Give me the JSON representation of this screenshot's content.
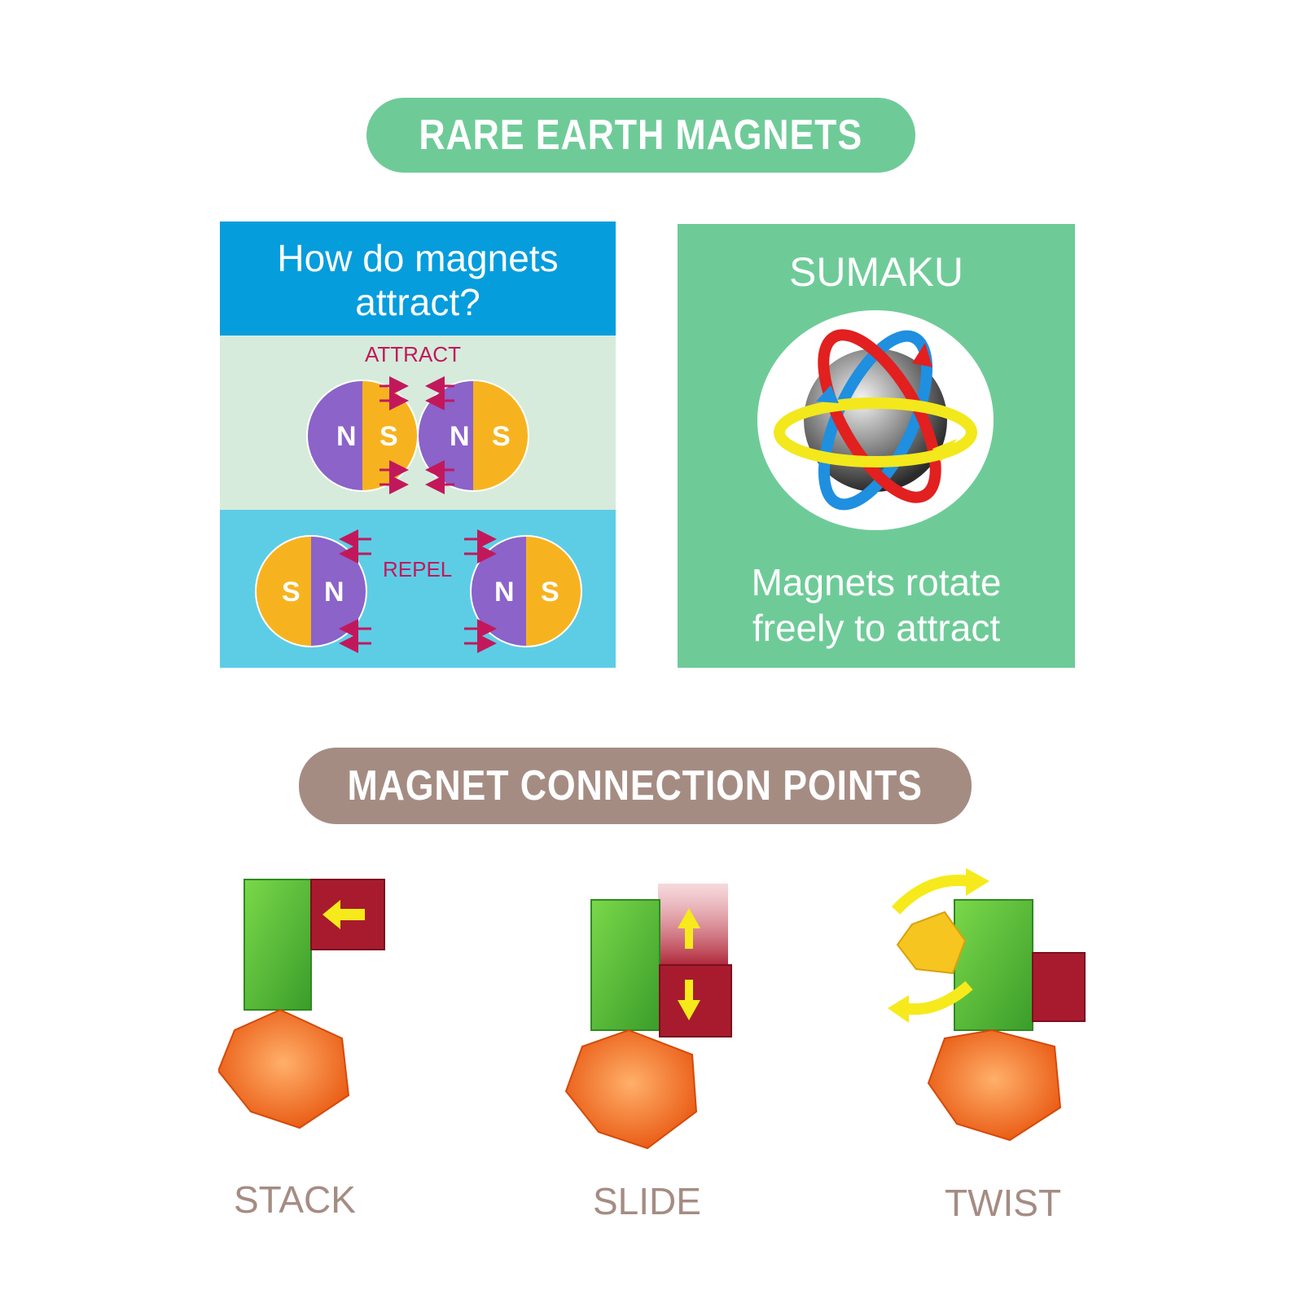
{
  "banners": {
    "rare_earth": "RARE EARTH MAGNETS",
    "connection_points": "MAGNET CONNECTION POINTS"
  },
  "magnets_panel": {
    "title_line1": "How do magnets",
    "title_line2": "attract?",
    "attract_label": "ATTRACT",
    "repel_label": "REPEL",
    "pole_n": "N",
    "pole_s": "S"
  },
  "sumaku_panel": {
    "title": "SUMAKU",
    "caption_line1": "Magnets rotate",
    "caption_line2": "freely to attract"
  },
  "steps": {
    "stack": "STACK",
    "slide": "SLIDE",
    "twist": "TWIST"
  },
  "colors": {
    "green_banner": "#6ecb98",
    "brown_banner": "#a58c83",
    "blue_header": "#069ddd",
    "purple_pole": "#8b63c9",
    "orange_pole": "#f7b31f",
    "arrow_magenta": "#c2185b"
  }
}
